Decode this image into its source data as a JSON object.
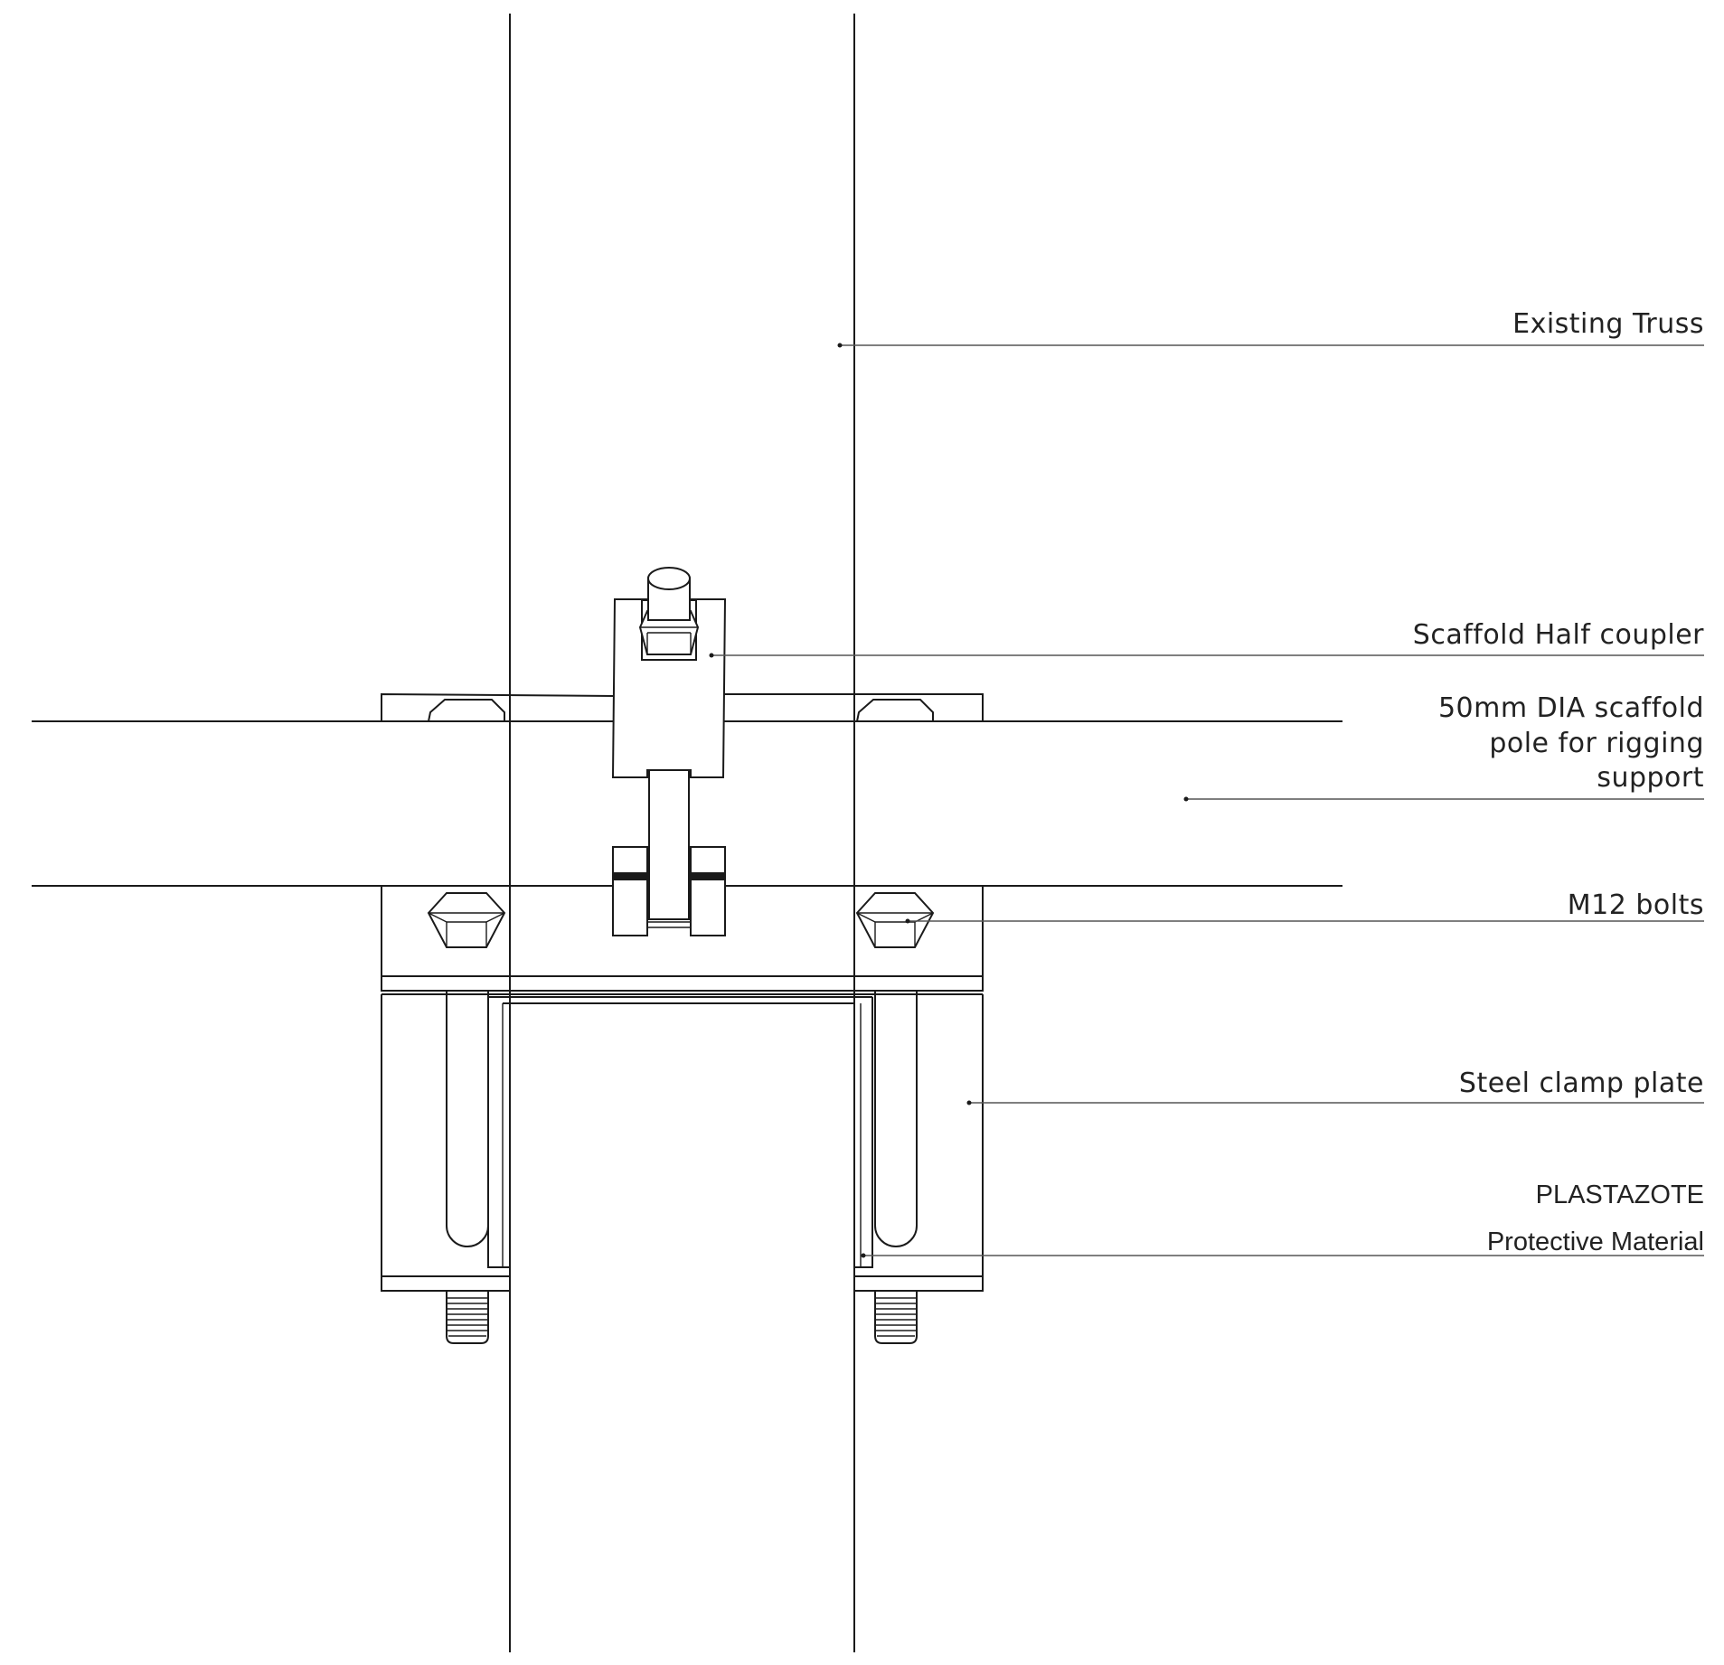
{
  "annotations": {
    "existing_truss": "Existing Truss",
    "half_coupler": "Scaffold Half coupler",
    "pole_line1": "50mm DIA scaffold",
    "pole_line2": "pole for rigging",
    "pole_line3": "support",
    "m12_bolts": "M12 bolts",
    "clamp_plate": "Steel clamp plate",
    "plastazote_line1": "PLASTAZOTE",
    "plastazote_line2": "Protective Material"
  },
  "colors": {
    "line": "#1a1a1a",
    "leader": "#555555",
    "background": "#ffffff"
  }
}
